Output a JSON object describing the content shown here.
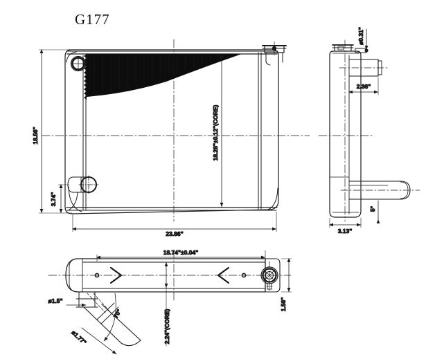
{
  "drawing": {
    "part_number": "G177",
    "sheet_background": "#ffffff",
    "line_color": "#1a1a1a",
    "fin_fill_color": "#0d0d0d",
    "views": [
      {
        "name": "front-view",
        "label": "front"
      },
      {
        "name": "side-view",
        "label": "side"
      },
      {
        "name": "bottom-view",
        "label": "bottom"
      }
    ]
  },
  "dimensions": {
    "front_overall_height": "18.56\"",
    "front_lower_offset": "3.74\"",
    "front_core_height": "18.28\"±0.12\"(CORE)",
    "front_overall_width": "23.86\"",
    "side_inlet_diameter": "ø0.31\"",
    "side_inlet_offset": "2.36\"",
    "side_overall_depth": "3.13\"",
    "side_outlet_angle": "5°",
    "bottom_core_width": "18.74\"±0.04\"",
    "bottom_core_depth": "2.24\"(CORE)",
    "bottom_outlet_diameter_upper": "ø1.5\"",
    "bottom_outlet_diameter_lower": "ø1.77\"",
    "bottom_outlet_angle": "70°",
    "bottom_neck_height": "1.56\""
  }
}
